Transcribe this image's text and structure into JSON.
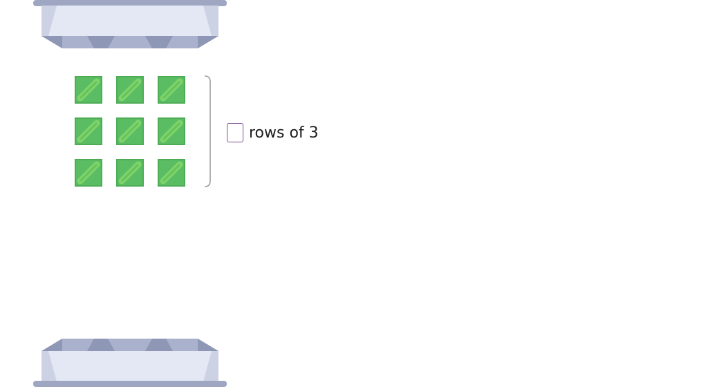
{
  "answer": {
    "value": "",
    "suffix": "rows of 3"
  },
  "array": {
    "rows": 3,
    "columns": 3,
    "tile_icon": "green-block-icon"
  },
  "colors": {
    "tile_fill": "#5bbd63",
    "tile_stripe": "#7fd36b",
    "input_border": "#7b4a8c",
    "cap_light": "#e3e7f3",
    "cap_mid": "#c9cde2",
    "cap_dark": "#9aa2c0"
  }
}
